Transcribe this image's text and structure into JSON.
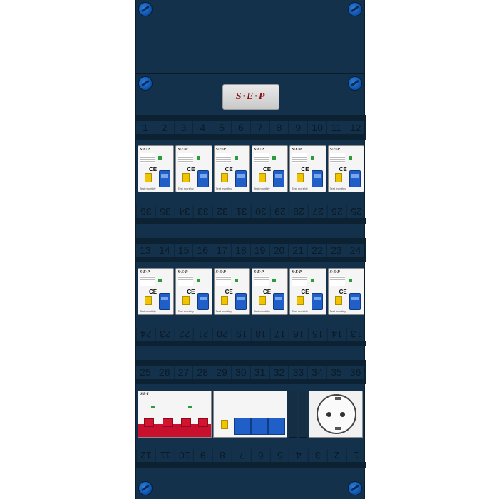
{
  "panel": {
    "brand": "S·E·P"
  },
  "rows": {
    "r1_top": [
      "1",
      "2",
      "3",
      "4",
      "5",
      "6",
      "7",
      "8",
      "9",
      "10",
      "11",
      "12"
    ],
    "r1_bottom": [
      "36",
      "35",
      "34",
      "33",
      "32",
      "31",
      "30",
      "29",
      "28",
      "27",
      "26",
      "25"
    ],
    "r2_top": [
      "13",
      "14",
      "15",
      "16",
      "17",
      "18",
      "19",
      "20",
      "21",
      "22",
      "23",
      "24"
    ],
    "r2_bottom": [
      "24",
      "23",
      "22",
      "21",
      "20",
      "19",
      "18",
      "17",
      "16",
      "15",
      "14",
      "13"
    ],
    "r3_top": [
      "25",
      "26",
      "27",
      "28",
      "29",
      "30",
      "31",
      "32",
      "33",
      "34",
      "35",
      "36"
    ],
    "r3_bottom": [
      "12",
      "11",
      "10",
      "9",
      "8",
      "7",
      "6",
      "5",
      "4",
      "3",
      "2",
      "1"
    ]
  },
  "device": {
    "brand_text": "S·E·P",
    "foot_text": "Test monthly"
  },
  "colors": {
    "panel": "#13314a",
    "handle": "#1f5fc7",
    "rcd_red": "#c8102e",
    "test_button": "#f1c400"
  }
}
